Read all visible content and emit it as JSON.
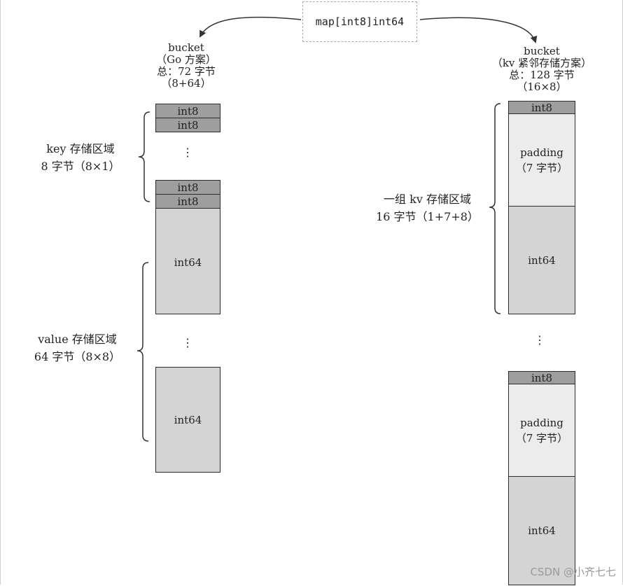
{
  "map_type": "map[int8]int64",
  "left": {
    "title": "bucket",
    "subtitle": "（Go 方案）",
    "total": "总：72 字节",
    "formula": "（8+64）",
    "key_region": {
      "label": "key 存储区域",
      "size": "8 字节（8×1）"
    },
    "value_region": {
      "label": "value 存储区域",
      "size": "64 字节（8×8）"
    },
    "key_cell": "int8",
    "value_cell": "int64",
    "ellipsis": "⋮"
  },
  "right": {
    "title": "bucket",
    "subtitle": "（kv 紧邻存储方案）",
    "total": "总：128 字节",
    "formula": "（16×8）",
    "group_region": {
      "label": "一组 kv 存储区域",
      "size": "16 字节（1+7+8）"
    },
    "key_cell": "int8",
    "padding_label": "padding",
    "padding_size": "（7 字节）",
    "value_cell": "int64",
    "ellipsis": "⋮"
  },
  "watermark": "CSDN @小齐七七",
  "colors": {
    "key_fill": "#9e9e9e",
    "padding_fill": "#ececec",
    "value_fill": "#d4d4d4",
    "stroke": "#2c2c2c"
  }
}
